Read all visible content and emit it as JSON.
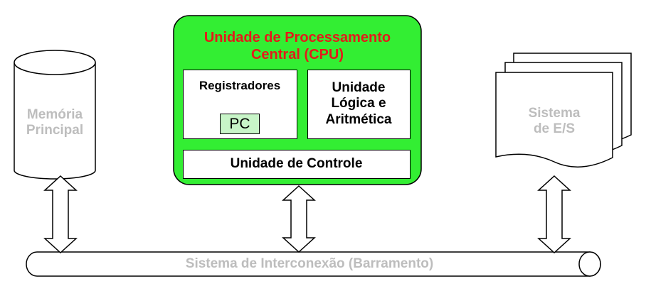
{
  "memory": {
    "label_line1": "Memória",
    "label_line2": "Principal"
  },
  "cpu": {
    "title_line1": "Unidade de Processamento",
    "title_line2": "Central (CPU)",
    "registers": {
      "label": "Registradores",
      "pc_label": "PC"
    },
    "alu": {
      "line1": "Unidade",
      "line2": "Lógica e",
      "line3": "Aritmética"
    },
    "control_unit": {
      "label": "Unidade de Controle"
    }
  },
  "io_system": {
    "label_line1": "Sistema",
    "label_line2": "de E/S"
  },
  "bus": {
    "label": "Sistema de Interconexão (Barramento)"
  },
  "colors": {
    "cpu_fill": "#33ee33",
    "cpu_title": "#e41a1a",
    "grey_text": "#bdbdbd",
    "pc_fill": "#c8f5c8"
  }
}
